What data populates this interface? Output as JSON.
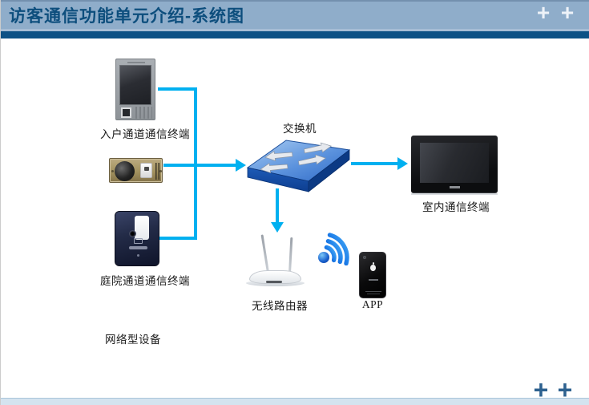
{
  "header": {
    "title": "访客通信功能单元介绍-系统图",
    "expand_buttons": [
      "+",
      "+"
    ]
  },
  "footer": {
    "expand_buttons": [
      "+",
      "+"
    ]
  },
  "diagram": {
    "nodes": {
      "entry_terminal": {
        "label": "入户通道通信终端",
        "icon": "door-intercom-icon"
      },
      "doorbell": {
        "icon": "doorbell-camera-icon"
      },
      "courtyard_terminal": {
        "label": "庭院通道通信终端",
        "icon": "gate-intercom-icon"
      },
      "switch": {
        "label": "交换机",
        "icon": "network-switch-icon"
      },
      "indoor_terminal": {
        "label": "室内通信终端",
        "icon": "indoor-monitor-icon"
      },
      "router": {
        "label": "无线路由器",
        "icon": "wireless-router-icon"
      },
      "wifi": {
        "icon": "wifi-signal-icon"
      },
      "app": {
        "label": "APP",
        "icon": "smartphone-icon"
      },
      "device_group": {
        "label": "网络型设备"
      }
    },
    "connections": [
      "entry_terminal -> switch-bus",
      "doorbell -> switch",
      "courtyard_terminal -> switch-bus",
      "switch -> indoor_terminal",
      "switch -> router"
    ],
    "colors": {
      "connector": "#00b0f0",
      "header_bg": "#8fadca",
      "header_bar": "#0d5185",
      "title_text": "#0d4e7d",
      "footer_strip": "#d4e3ef",
      "plus_top": "#edf2f8",
      "plus_bottom": "#2d618f"
    }
  }
}
